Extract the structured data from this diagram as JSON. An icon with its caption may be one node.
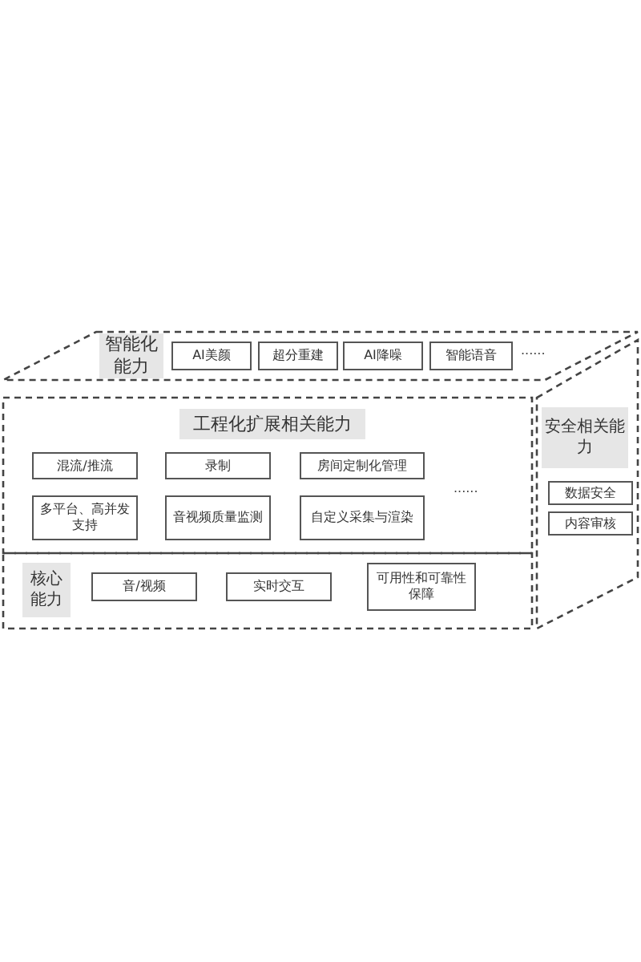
{
  "diagram": {
    "nodes": [
      {
        "text": [
          "智能化能力"
        ]
      },
      {
        "text": [
          "AI美颜"
        ],
        "in": 0
      },
      {
        "text": [
          "超分重建"
        ],
        "in": 0
      },
      {
        "text": [
          "AI降噪"
        ],
        "in": 0
      },
      {
        "text": [
          "智能语音"
        ],
        "in": 0
      },
      {
        "text": [
          "工程化扩展相关能力"
        ]
      },
      {
        "text": [
          "混流/推流"
        ],
        "in": 5
      },
      {
        "text": [
          "录制"
        ],
        "in": 5
      },
      {
        "text": [
          "房间定制化管理"
        ],
        "in": 5
      },
      {
        "text": [
          "多平台、高并发支持"
        ],
        "in": 5
      },
      {
        "text": [
          "音视频质量监测"
        ],
        "in": 5
      },
      {
        "text": [
          "自定义采集与渲染"
        ],
        "in": 5
      },
      {
        "text": [
          "核心能力"
        ]
      },
      {
        "text": [
          "音/视频"
        ],
        "in": 12
      },
      {
        "text": [
          "实时交互"
        ],
        "in": 12
      },
      {
        "text": [
          "可用性和可靠性保障"
        ],
        "in": 12
      },
      {
        "text": [
          "安全相关能力"
        ]
      },
      {
        "text": [
          "数据安全"
        ],
        "in": 16
      },
      {
        "text": [
          "内容审核"
        ],
        "in": 16
      }
    ],
    "edges": [],
    "labels": [
      "......",
      "......"
    ]
  }
}
